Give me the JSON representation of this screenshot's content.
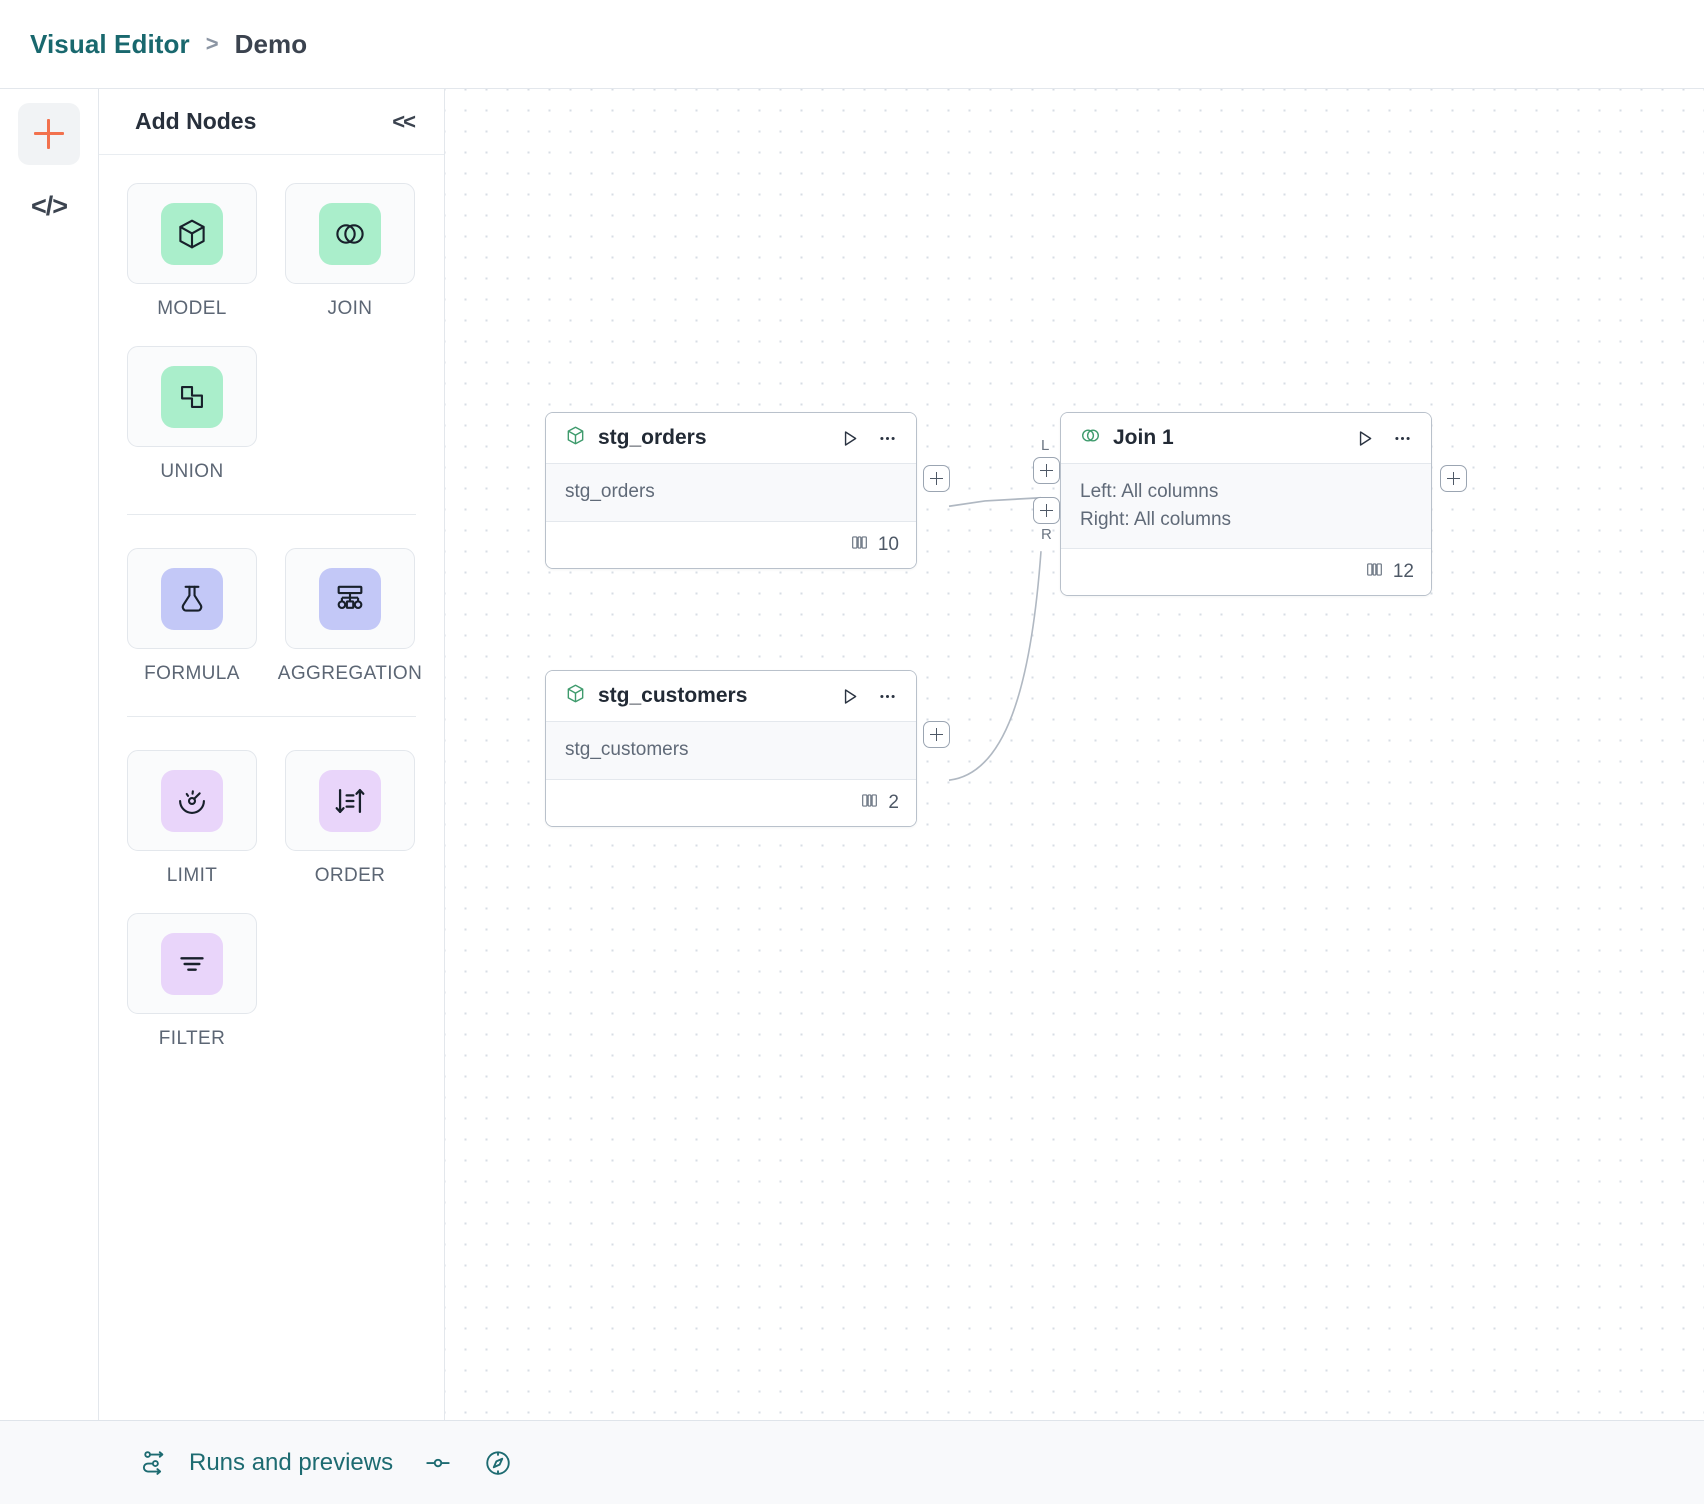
{
  "breadcrumb": {
    "root": "Visual Editor",
    "separator": ">",
    "leaf": "Demo"
  },
  "rail": {
    "items": [
      {
        "name": "add-node-rail-button",
        "icon": "plus-icon",
        "label": "+",
        "active": true
      },
      {
        "name": "code-view-rail-button",
        "icon": "code-icon",
        "label": "</>",
        "active": false
      }
    ]
  },
  "panel": {
    "title": "Add Nodes",
    "collapse_label": "<<",
    "groups": [
      {
        "nodes": [
          {
            "label": "MODEL",
            "icon": "cube-icon",
            "swatch": "green"
          },
          {
            "label": "JOIN",
            "icon": "venn-icon",
            "swatch": "green"
          },
          {
            "label": "UNION",
            "icon": "union-shapes-icon",
            "swatch": "green"
          }
        ]
      },
      {
        "nodes": [
          {
            "label": "FORMULA",
            "icon": "flask-icon",
            "swatch": "indigo"
          },
          {
            "label": "AGGREGATION",
            "icon": "hierarchy-icon",
            "swatch": "indigo"
          }
        ]
      },
      {
        "nodes": [
          {
            "label": "LIMIT",
            "icon": "gauge-icon",
            "swatch": "violet"
          },
          {
            "label": "ORDER",
            "icon": "sort-arrows-icon",
            "swatch": "violet"
          },
          {
            "label": "FILTER",
            "icon": "filter-lines-icon",
            "swatch": "violet"
          }
        ]
      }
    ]
  },
  "canvas": {
    "nodes": [
      {
        "id": "stg_orders",
        "type": "model",
        "icon": "cube-icon",
        "title": "stg_orders",
        "body_lines": [
          "stg_orders"
        ],
        "column_count": "10",
        "columns_icon": "columns-icon",
        "run_icon": "play-icon",
        "menu_icon": "more-horizontal-icon"
      },
      {
        "id": "join_1",
        "type": "join",
        "icon": "venn-icon",
        "title": "Join 1",
        "body_lines": [
          "Left: All columns",
          "Right: All columns"
        ],
        "column_count": "12",
        "columns_icon": "columns-icon",
        "run_icon": "play-icon",
        "menu_icon": "more-horizontal-icon",
        "input_handles": [
          {
            "tag": "L"
          },
          {
            "tag": "R"
          }
        ]
      },
      {
        "id": "stg_customers",
        "type": "model",
        "icon": "cube-icon",
        "title": "stg_customers",
        "body_lines": [
          "stg_customers"
        ],
        "column_count": "2",
        "columns_icon": "columns-icon",
        "run_icon": "play-icon",
        "menu_icon": "more-horizontal-icon"
      }
    ],
    "handle_label": "+"
  },
  "bottom_bar": {
    "runs_label": "Runs and previews",
    "runs_icon": "pipeline-icon",
    "tools": [
      {
        "icon": "slider-icon",
        "name": "zoom-slider-icon"
      },
      {
        "icon": "compass-icon",
        "name": "compass-icon"
      }
    ]
  },
  "colors": {
    "brand_teal": "#19686e",
    "accent_orange": "#f2714d",
    "node_green": "#aaeecb",
    "node_indigo": "#c3c8f7",
    "node_violet": "#e9d5fa",
    "icon_green": "#3f9b6d"
  }
}
